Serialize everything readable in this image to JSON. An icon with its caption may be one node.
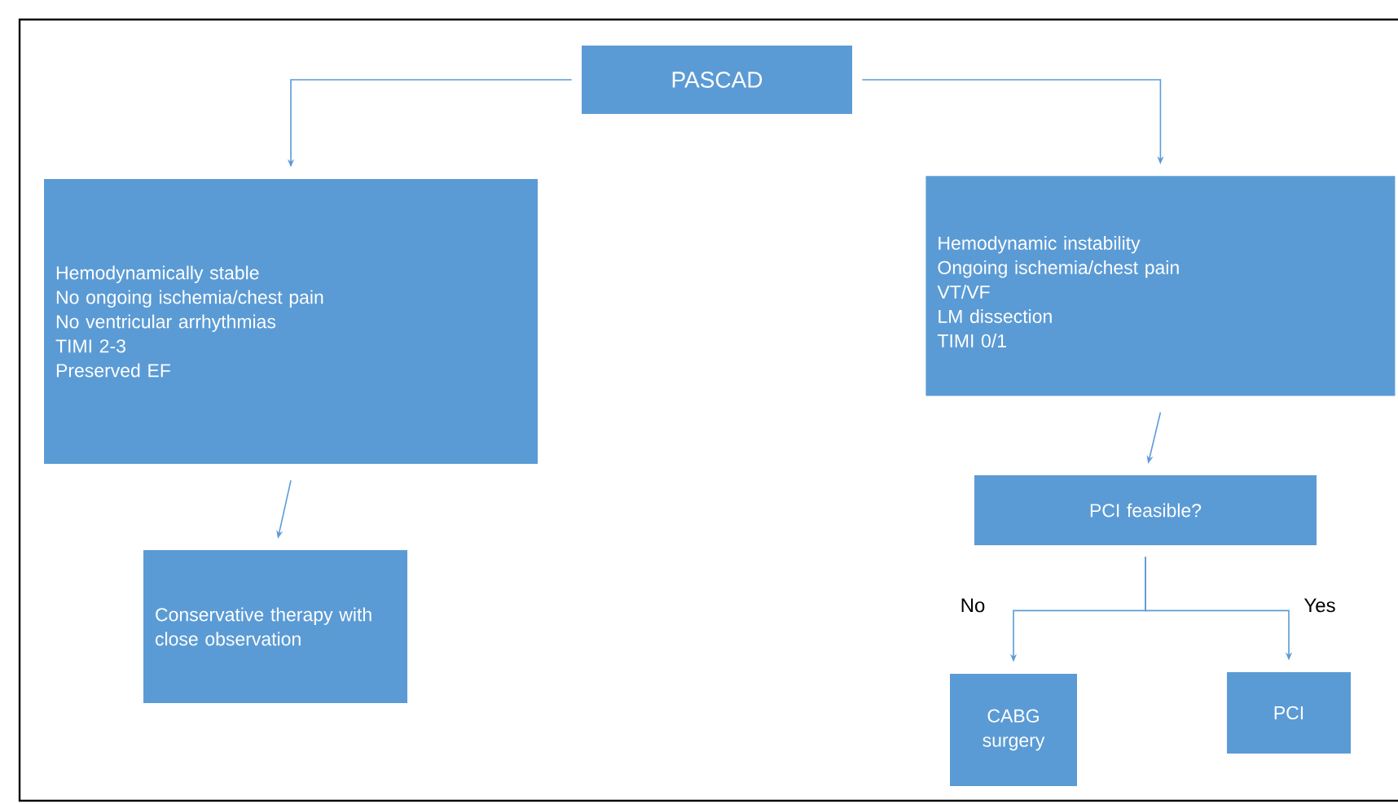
{
  "diagram": {
    "nodes": [
      {
        "text": [
          "PASCAD"
        ]
      },
      {
        "text": [
          "Hemodynamically stable",
          "No ongoing ischemia/chest pain",
          "No ventricular arrhythmias",
          "TIMI 2-3",
          "Preserved EF"
        ]
      },
      {
        "text": [
          "Hemodynamic instability",
          "Ongoing ischemia/chest pain",
          "VT/VF",
          "LM dissection",
          "TIMI 0/1"
        ]
      },
      {
        "text": [
          "Conservative therapy with close observation"
        ]
      },
      {
        "text": [
          "PCI feasible?"
        ]
      },
      {
        "text": [
          "CABG surgery"
        ]
      },
      {
        "text": [
          "PCI"
        ]
      }
    ],
    "edges": [
      {
        "from": 0,
        "to": 1,
        "arrow": "to"
      },
      {
        "from": 0,
        "to": 2,
        "arrow": "to"
      },
      {
        "from": 1,
        "to": 3,
        "arrow": "to"
      },
      {
        "from": 2,
        "to": 4,
        "arrow": "to"
      },
      {
        "from": 4,
        "to": 5,
        "arrow": "to",
        "label": "No"
      },
      {
        "from": 4,
        "to": 6,
        "arrow": "to",
        "label": "Yes"
      }
    ]
  }
}
